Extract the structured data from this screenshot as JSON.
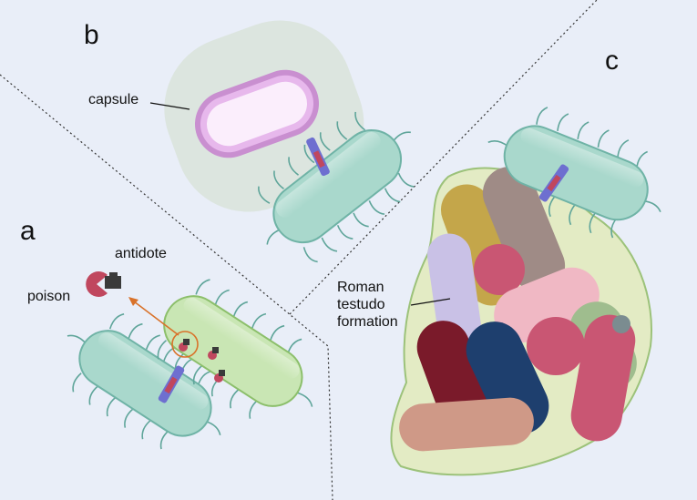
{
  "panels": {
    "a": {
      "letter": "a",
      "labels": {
        "antidote": "antidote",
        "poison": "poison"
      }
    },
    "b": {
      "letter": "b",
      "labels": {
        "capsule": "capsule"
      }
    },
    "c": {
      "letter": "c",
      "labels": {
        "testudo": [
          "Roman",
          "testudo",
          "formation"
        ]
      }
    }
  },
  "colors": {
    "background": "#e9eef8",
    "bacterium_teal": "#a9d8cc",
    "bacterium_green": "#c9e6b4",
    "capsule_halo": "#d9e2dc",
    "capsule_wall": "#c98fd0",
    "poison": "#c0475e",
    "antidote": "#3a3a3a",
    "export_arrow": "#d9722a",
    "secretion_needle": "#6e6fd0",
    "biofilm_matrix": "#e3ebc4"
  }
}
